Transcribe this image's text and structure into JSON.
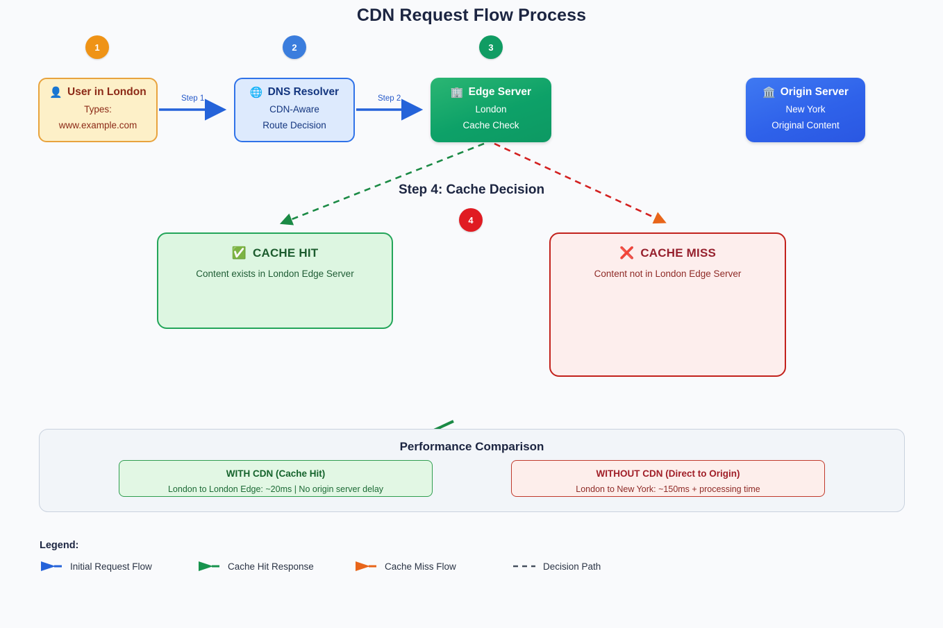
{
  "title": "CDN Request Flow Process",
  "colors": {
    "background": "#f9fafc",
    "badge_1": "#ef9316",
    "badge_2": "#3b7ddd",
    "badge_3": "#109c63",
    "badge_4": "#e01b22",
    "flow_blue": "#2563d9",
    "cache_hit_green": "#17934d",
    "cache_miss_orange": "#e8651a",
    "decision_green": "#1b8a45",
    "decision_red": "#d32020",
    "title_color": "#1c2541"
  },
  "nodes": [
    {
      "id": "user",
      "badge": "1",
      "badge_color": "#ef9316",
      "emoji": "👤",
      "icon_name": "user-icon",
      "title": "User in London",
      "lines": [
        "Types:",
        "www.example.com"
      ]
    },
    {
      "id": "dns",
      "badge": "2",
      "badge_color": "#3b7ddd",
      "emoji": "🌐",
      "icon_name": "globe-icon",
      "title": "DNS Resolver",
      "lines": [
        "CDN-Aware",
        "Route Decision"
      ]
    },
    {
      "id": "edge",
      "badge": "3",
      "badge_color": "#109c63",
      "emoji": "🏢",
      "icon_name": "office-building-icon",
      "title": "Edge Server",
      "lines": [
        "London",
        "Cache Check"
      ]
    },
    {
      "id": "origin",
      "badge": "",
      "badge_color": "",
      "emoji": "🏛️",
      "icon_name": "classical-building-icon",
      "title": "Origin Server",
      "lines": [
        "New York",
        "Original Content"
      ]
    }
  ],
  "edge_labels": {
    "step1": "Step 1",
    "step2": "Step 2"
  },
  "decision": {
    "heading": "Step 4: Cache Decision",
    "badge": "4",
    "badge_color": "#e01b22"
  },
  "outcomes": [
    {
      "id": "cache-hit",
      "emoji": "✅",
      "icon_name": "check-box-icon",
      "title": "CACHE HIT",
      "subtitle": "Content exists in London Edge Server"
    },
    {
      "id": "cache-miss",
      "emoji": "❌",
      "icon_name": "cross-mark-icon",
      "title": "CACHE MISS",
      "subtitle": "Content not in London Edge Server"
    }
  ],
  "performance": {
    "title": "Performance Comparison",
    "cards": [
      {
        "id": "with-cdn",
        "title": "WITH CDN (Cache Hit)",
        "subtitle": "London to London Edge: ~20ms | No origin server delay"
      },
      {
        "id": "without-cdn",
        "title": "WITHOUT CDN (Direct to Origin)",
        "subtitle": "London to New York: ~150ms + processing time"
      }
    ]
  },
  "legend": {
    "title": "Legend:",
    "items": [
      {
        "id": "initial-request-flow",
        "label": "Initial Request Flow",
        "marker": "arrow",
        "color": "#2563d9"
      },
      {
        "id": "cache-hit-response",
        "label": "Cache Hit Response",
        "marker": "arrow",
        "color": "#17934d"
      },
      {
        "id": "cache-miss-flow",
        "label": "Cache Miss Flow",
        "marker": "arrow",
        "color": "#e8651a"
      },
      {
        "id": "decision-path",
        "label": "Decision Path",
        "marker": "dashed",
        "color": "#454f5e"
      }
    ]
  }
}
